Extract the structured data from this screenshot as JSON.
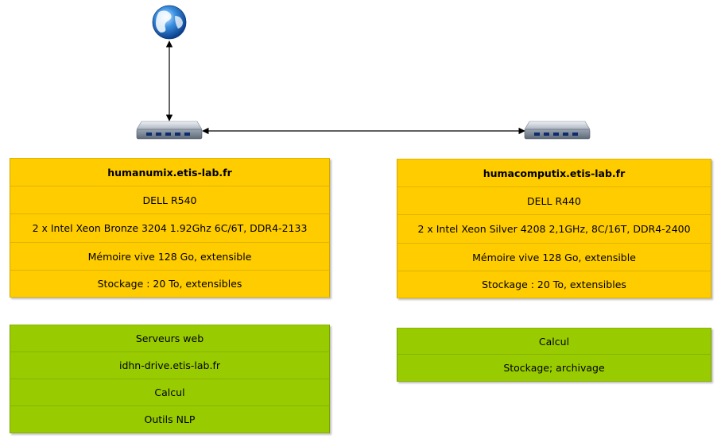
{
  "colors": {
    "server_fill": "#ffcc00",
    "service_fill": "#99cc00",
    "link": "#000000"
  },
  "icons": {
    "internet": "globe-icon",
    "router_left": "network-switch-icon",
    "router_right": "network-switch-icon"
  },
  "servers": [
    {
      "hostname": "humanumix.etis-lab.fr",
      "model": "DELL R540",
      "cpu": "2 x Intel Xeon Bronze 3204 1.92Ghz 6C/6T, DDR4-2133",
      "memory": "Mémoire vive 128 Go, extensible",
      "storage": "Stockage : 20 To, extensibles",
      "services": [
        "Serveurs web",
        "idhn-drive.etis-lab.fr",
        "Calcul",
        "Outils NLP"
      ]
    },
    {
      "hostname": "humacomputix.etis-lab.fr",
      "model": "DELL R440",
      "cpu": "2 x Intel Xeon Silver 4208 2,1GHz, 8C/16T, DDR4-2400",
      "memory": "Mémoire vive 128 Go, extensible",
      "storage": "Stockage : 20 To, extensibles",
      "services": [
        "Calcul",
        "Stockage; archivage"
      ]
    }
  ]
}
